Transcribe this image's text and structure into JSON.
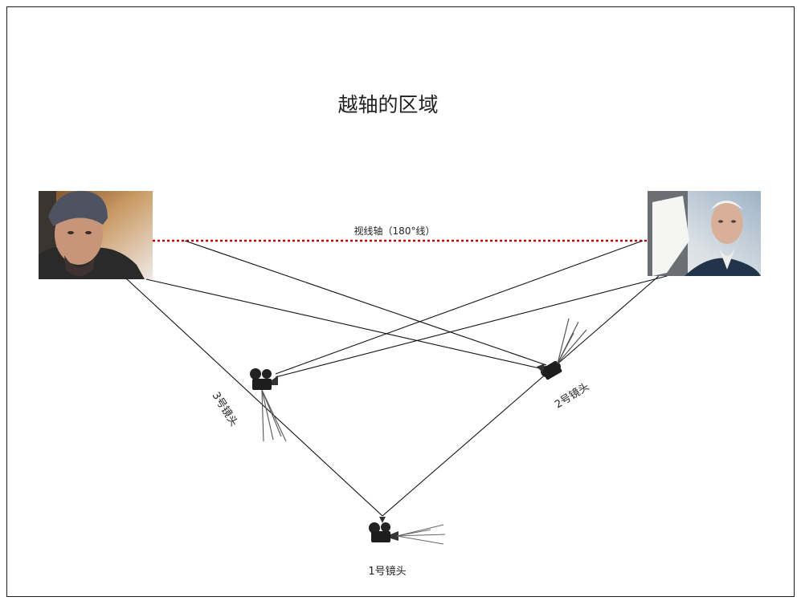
{
  "title": "越轴的区域",
  "axis_label": "视线轴（180°线）",
  "cameras": [
    {
      "label": "1号镜头"
    },
    {
      "label": "2号镜头"
    },
    {
      "label": "3号镜头"
    }
  ],
  "colors": {
    "axis_line": "#c00000",
    "sight_lines": "#111111",
    "frame": "#1a1a1a"
  }
}
